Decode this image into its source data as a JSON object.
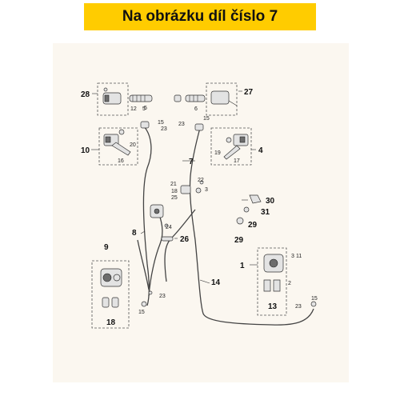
{
  "banner": {
    "text": "Na obrázku díl číslo 7",
    "color": "#ffcc00"
  },
  "diagram": {
    "labels": {
      "l28": "28",
      "l27": "27",
      "l12": "12",
      "l5a": "5",
      "l6": "6",
      "l15a": "15",
      "l23a": "23",
      "l23b": "23",
      "l15b": "15",
      "l10": "10",
      "l20": "20",
      "l16": "16",
      "l19": "19",
      "l17": "17",
      "l4": "4",
      "l7": "7",
      "l22": "22",
      "l21": "21",
      "l18a": "18",
      "l3a": "3",
      "l30": "30",
      "l25": "25",
      "l24": "24",
      "l31": "31",
      "l29a": "29",
      "l8": "8",
      "l26": "26",
      "l29b": "29",
      "l9": "9",
      "l1": "1",
      "l3b": "3",
      "l11": "11",
      "l14": "14",
      "l2": "2",
      "l23c": "23",
      "l15c": "15",
      "l13": "13",
      "l23d": "23",
      "l15d": "15",
      "l18b": "18",
      "l5b": "5"
    }
  }
}
